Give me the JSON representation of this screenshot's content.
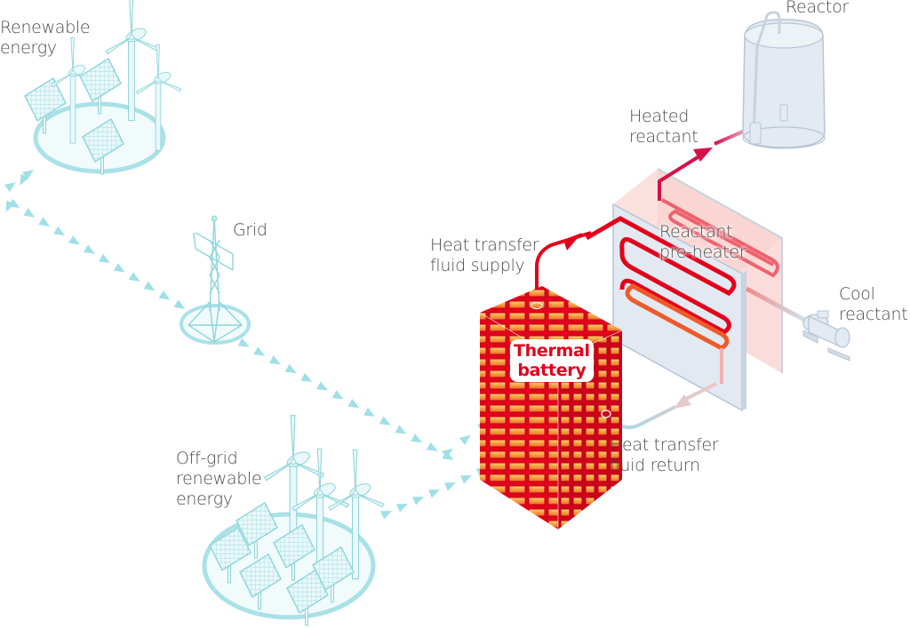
{
  "diagram": {
    "title": "Thermal battery energy flow",
    "colors": {
      "teal": "#9fe0e6",
      "teal_stroke": "#7fcfd6",
      "hot_red": "#e3001b",
      "brick_orange": "#f5a623",
      "panel_gray": "#dfe6ee",
      "panel_pink": "#f9c9c4",
      "text": "#4a4a4a",
      "reactor_gray": "#e3eaf1"
    },
    "labels": {
      "renewable_energy": "Renewable\nenergy",
      "grid": "Grid",
      "off_grid": "Off-grid\nrenewable\nenergy",
      "thermal_battery": "Thermal\nbattery",
      "supply": "Heat transfer\nfluid supply",
      "return": "Heat transfer\nfluid return",
      "preheater": "Reactant\npre-heater",
      "heated_reactant": "Heated\nreactant",
      "reactor": "Reactor",
      "cool_reactant": "Cool\nreactant"
    },
    "nodes": [
      {
        "id": "renewable-energy",
        "icon": "wind-solar-farm-icon"
      },
      {
        "id": "grid",
        "icon": "power-pylon-icon"
      },
      {
        "id": "off-grid-renewable-energy",
        "icon": "wind-solar-farm-icon"
      },
      {
        "id": "thermal-battery",
        "icon": "brick-stack-icon"
      },
      {
        "id": "reactant-pre-heater",
        "icon": "heat-exchanger-icon"
      },
      {
        "id": "reactor",
        "icon": "reactor-vessel-icon"
      },
      {
        "id": "cool-reactant",
        "icon": "pump-icon"
      }
    ],
    "flows": [
      {
        "from": "renewable-energy",
        "to": "grid",
        "style": "teal-arrows"
      },
      {
        "from": "grid",
        "to": "thermal-battery",
        "style": "teal-arrows"
      },
      {
        "from": "off-grid-renewable-energy",
        "to": "thermal-battery",
        "style": "teal-arrows"
      },
      {
        "from": "thermal-battery",
        "to": "reactant-pre-heater",
        "style": "hot-pipe",
        "label": "Heat transfer fluid supply"
      },
      {
        "from": "reactant-pre-heater",
        "to": "thermal-battery",
        "style": "cool-pipe",
        "label": "Heat transfer fluid return"
      },
      {
        "from": "cool-reactant",
        "to": "reactant-pre-heater",
        "style": "warm-pipe"
      },
      {
        "from": "reactant-pre-heater",
        "to": "reactor",
        "style": "hot-pipe",
        "label": "Heated reactant"
      }
    ]
  }
}
